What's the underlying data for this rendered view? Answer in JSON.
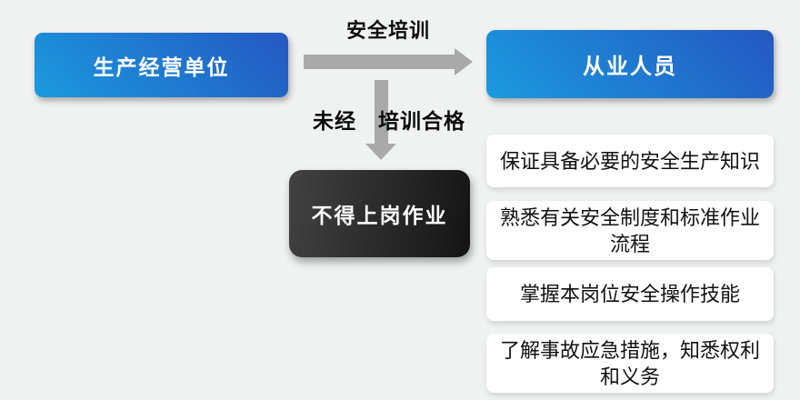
{
  "diagram": {
    "nodes": {
      "producer": "生产经营单位",
      "worker": "从业人员",
      "forbidden": "不得上岗作业"
    },
    "arrows": {
      "training_label": "安全培训",
      "untrained_label": "未经　培训合格"
    },
    "worker_duties": [
      "保证具备必要的安全生产知识",
      "熟悉有关安全制度和标准作业流程",
      "掌握本岗位安全操作技能",
      "了解事故应急措施，知悉权利和义务"
    ],
    "colors": {
      "background": "#f0f1f1",
      "blue_gradient_start": "#1b9ade",
      "blue_gradient_end": "#2457c1",
      "dark_gradient_start": "#424242",
      "dark_gradient_end": "#141414",
      "arrow": "#a9a9a9",
      "text_on_box": "#ffffff",
      "text": "#111111"
    }
  }
}
